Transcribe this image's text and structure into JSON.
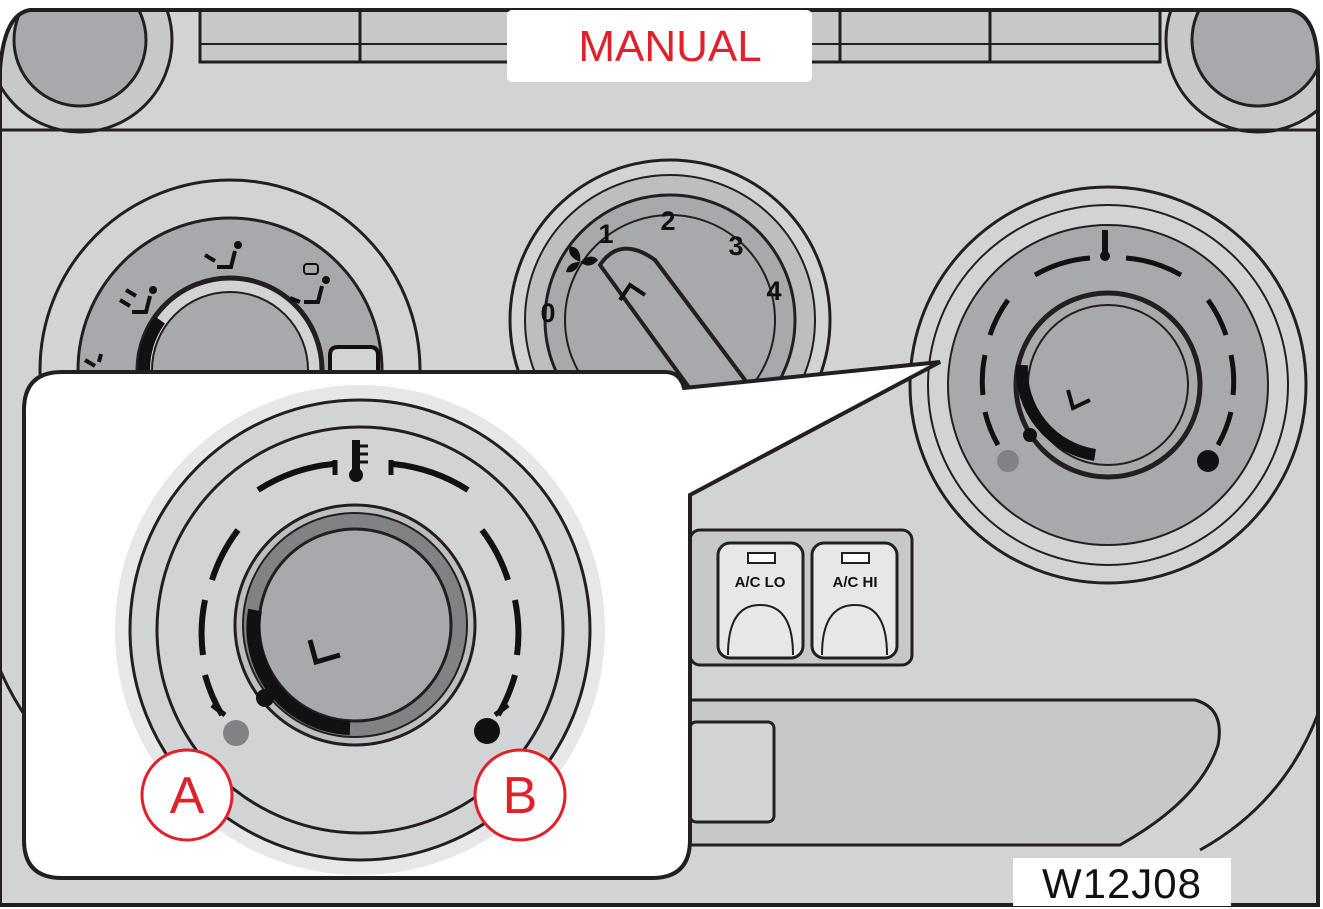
{
  "header": {
    "mode_label": "MANUAL"
  },
  "fan_dial": {
    "speeds": [
      "0",
      "1",
      "2",
      "3",
      "4"
    ]
  },
  "buttons": [
    {
      "label": "A/C LO"
    },
    {
      "label": "A/C HI"
    }
  ],
  "callouts": {
    "a": "A",
    "b": "B"
  },
  "figure_code": "W12J08",
  "colors": {
    "accent_red": "#e0202a",
    "panel_gray": "#d2d3d5",
    "dial_gray": "#a7a9ac",
    "outline": "#231f20"
  },
  "icons": {
    "fan": "fan-icon",
    "temperature": "thermometer-icon",
    "airflow_modes": [
      "face-vent-icon",
      "face-feet-vent-icon",
      "feet-vent-icon",
      "feet-defrost-icon",
      "defrost-icon"
    ]
  }
}
